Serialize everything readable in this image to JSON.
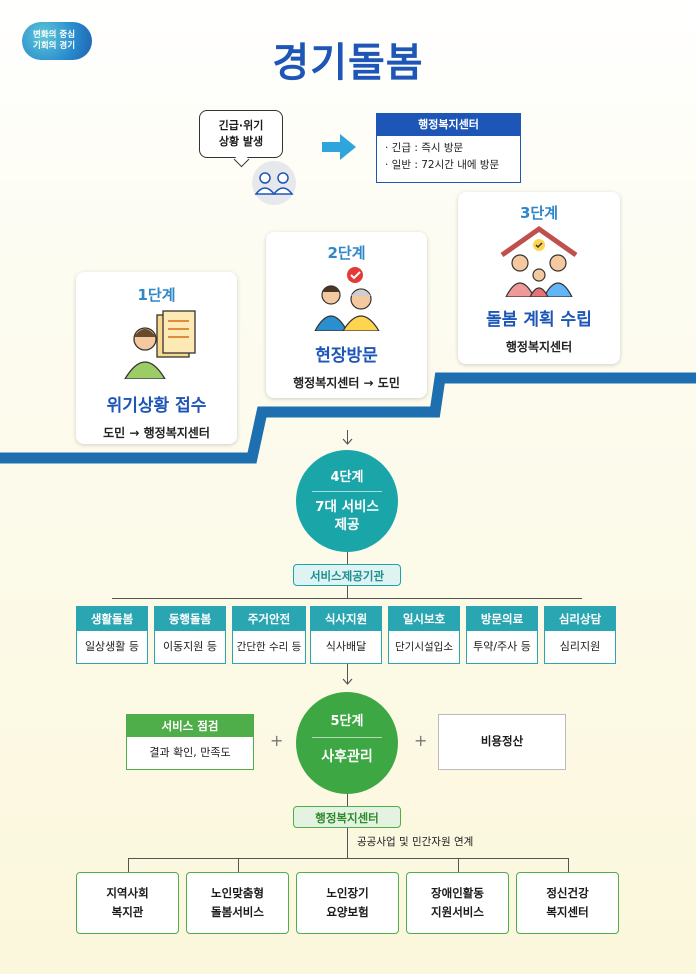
{
  "logo": {
    "line1": "변화의 중심",
    "line2": "기회의 경기"
  },
  "title": "경기돌봄",
  "emergency": {
    "line1": "긴급·위기",
    "line2": "상황 발생"
  },
  "center": {
    "title": "행정복지센터",
    "line1": "· 긴급 : 즉시 방문",
    "line2": "· 일반 : 72시간 내에 방문"
  },
  "step1": {
    "num": "1단계",
    "main": "위기상황 접수",
    "sub": "도민 → 행정복지센터"
  },
  "step2": {
    "num": "2단계",
    "main": "현장방문",
    "sub": "행정복지센터 → 도민"
  },
  "step3": {
    "num": "3단계",
    "main": "돌봄 계획 수립",
    "sub": "행정복지센터"
  },
  "step4": {
    "num": "4단계",
    "line1": "7대 서비스",
    "line2": "제공"
  },
  "provider_label": "서비스제공기관",
  "services": [
    {
      "name": "생활돌봄",
      "desc": "일상생활 등"
    },
    {
      "name": "동행돌봄",
      "desc": "이동지원 등"
    },
    {
      "name": "주거안전",
      "desc": "간단한 수리 등"
    },
    {
      "name": "식사지원",
      "desc": "식사배달"
    },
    {
      "name": "일시보호",
      "desc": "단기시설입소"
    },
    {
      "name": "방문의료",
      "desc": "투약/주사 등"
    },
    {
      "name": "심리상담",
      "desc": "심리지원"
    }
  ],
  "step5": {
    "num": "5단계",
    "main": "사후관리"
  },
  "check": {
    "title": "서비스 점검",
    "desc": "결과 확인, 만족도"
  },
  "settle": "비용정산",
  "plus": "+",
  "admin_label": "행정복지센터",
  "link_label": "공공사업 및 민간자원 연계",
  "resources": [
    {
      "line1": "지역사회",
      "line2": "복지관"
    },
    {
      "line1": "노인맞춤형",
      "line2": "돌봄서비스"
    },
    {
      "line1": "노인장기",
      "line2": "요양보험"
    },
    {
      "line1": "장애인활동",
      "line2": "지원서비스"
    },
    {
      "line1": "정신건강",
      "line2": "복지센터"
    }
  ]
}
